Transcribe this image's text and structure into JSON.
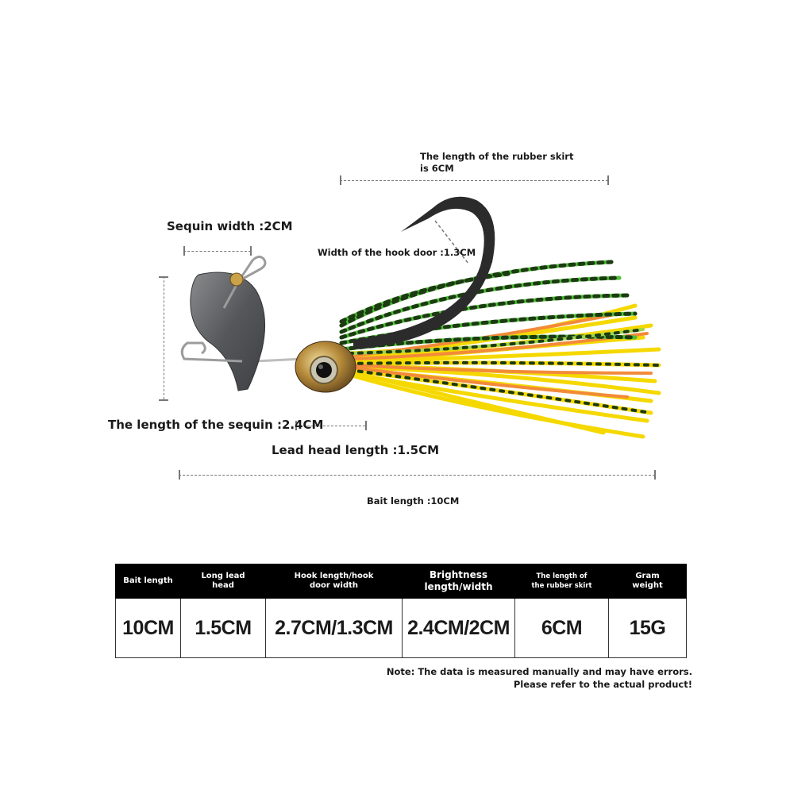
{
  "labels": {
    "skirt_line1": "The length of the rubber skirt",
    "skirt_line2": "is 6CM",
    "sequin_width": "Sequin width :2CM",
    "hook_door": "Width of the hook door :1.3CM",
    "sequin_length": "The length of the sequin :2.4CM",
    "lead_head": "Lead head length :1.5CM",
    "bait_length": "Bait length :10CM"
  },
  "table": {
    "headers": [
      {
        "line1": "Bait length",
        "line2": ""
      },
      {
        "line1": "Long lead",
        "line2": "head"
      },
      {
        "line1": "Hook length/hook",
        "line2": "door width"
      },
      {
        "line1": "Brightness",
        "line2": "length/width"
      },
      {
        "line1": "The length of",
        "line2": "the rubber skirt"
      },
      {
        "line1": "Gram",
        "line2": "weight"
      }
    ],
    "values": [
      "10CM",
      "1.5CM",
      "2.7CM/1.3CM",
      "2.4CM/2CM",
      "6CM",
      "15G"
    ]
  },
  "note": {
    "line1": "Note: The data is measured manually and may have errors.",
    "line2": "Please refer to the actual product!"
  },
  "colors": {
    "skirt_yellow": "#f5d800",
    "skirt_green": "#4fbf3a",
    "skirt_orange": "#f28a3a",
    "blade": "#5f6062",
    "hook": "#2b2b2b",
    "head_gold": "#c9a04a"
  }
}
